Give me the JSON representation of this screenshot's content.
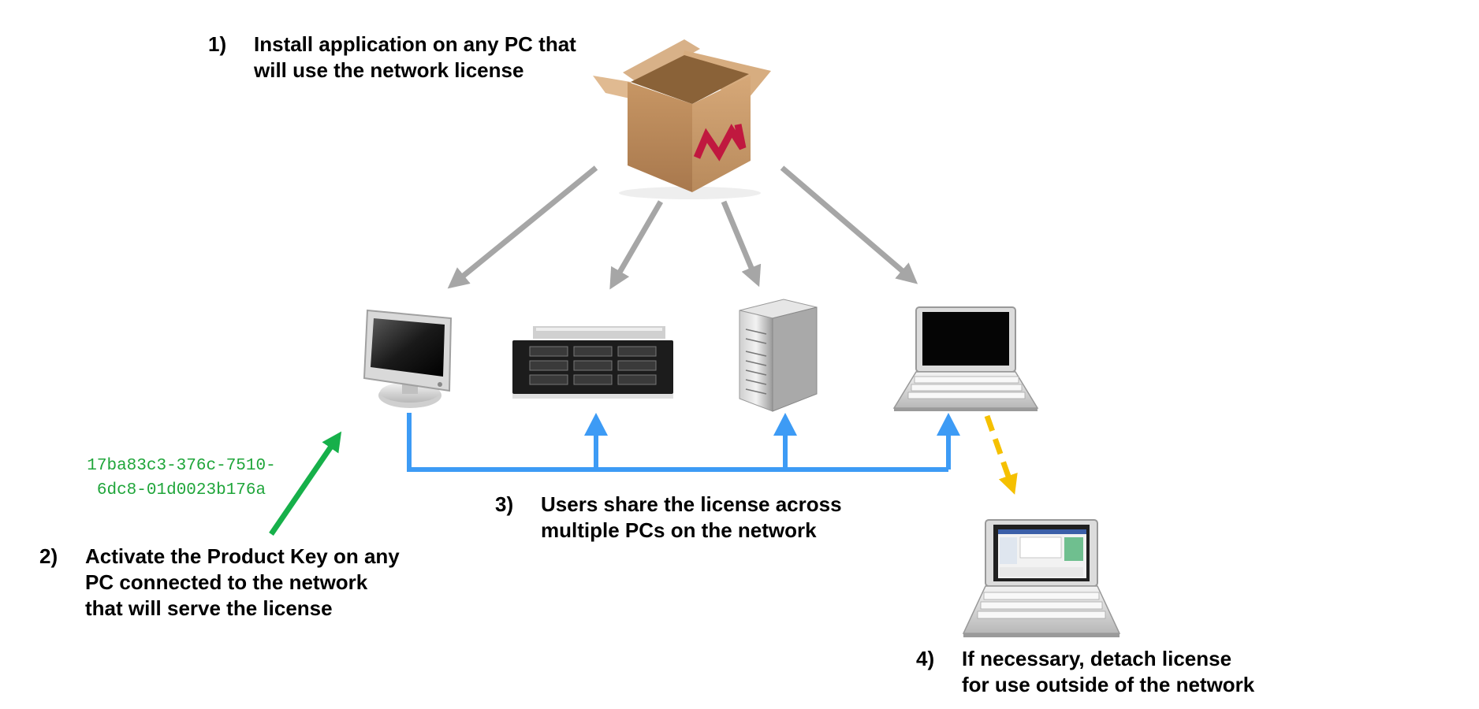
{
  "steps": {
    "install": {
      "number": "1)",
      "lines": [
        "Install application on any PC that",
        "will use the network license"
      ]
    },
    "activate": {
      "number": "2)",
      "lines": [
        "Activate the Product Key on any",
        "PC connected to the network",
        "that will serve the license"
      ]
    },
    "share": {
      "number": "3)",
      "lines": [
        "Users share the license across",
        "multiple PCs on the network"
      ]
    },
    "detach": {
      "number": "4)",
      "lines": [
        "If necessary, detach license",
        "for use outside of the network"
      ]
    }
  },
  "product_key": {
    "lines": [
      "17ba83c3-376c-7510-",
      "6dc8-01d0023b176a"
    ]
  },
  "icons": {
    "package": "software-box-icon",
    "monitor": "desktop-monitor-icon",
    "rack_server": "rack-server-icon",
    "tower_server": "tower-server-icon",
    "laptop": "laptop-icon",
    "detached_laptop": "detached-laptop-icon"
  },
  "colors": {
    "install_arrow": "#a6a6a6",
    "network_line": "#3d9bf5",
    "activation_arrow": "#16b04a",
    "product_key_text": "#1fa53a",
    "detach_arrow": "#f5c000",
    "logo": "#c0183f",
    "box": "#c99a6a"
  }
}
